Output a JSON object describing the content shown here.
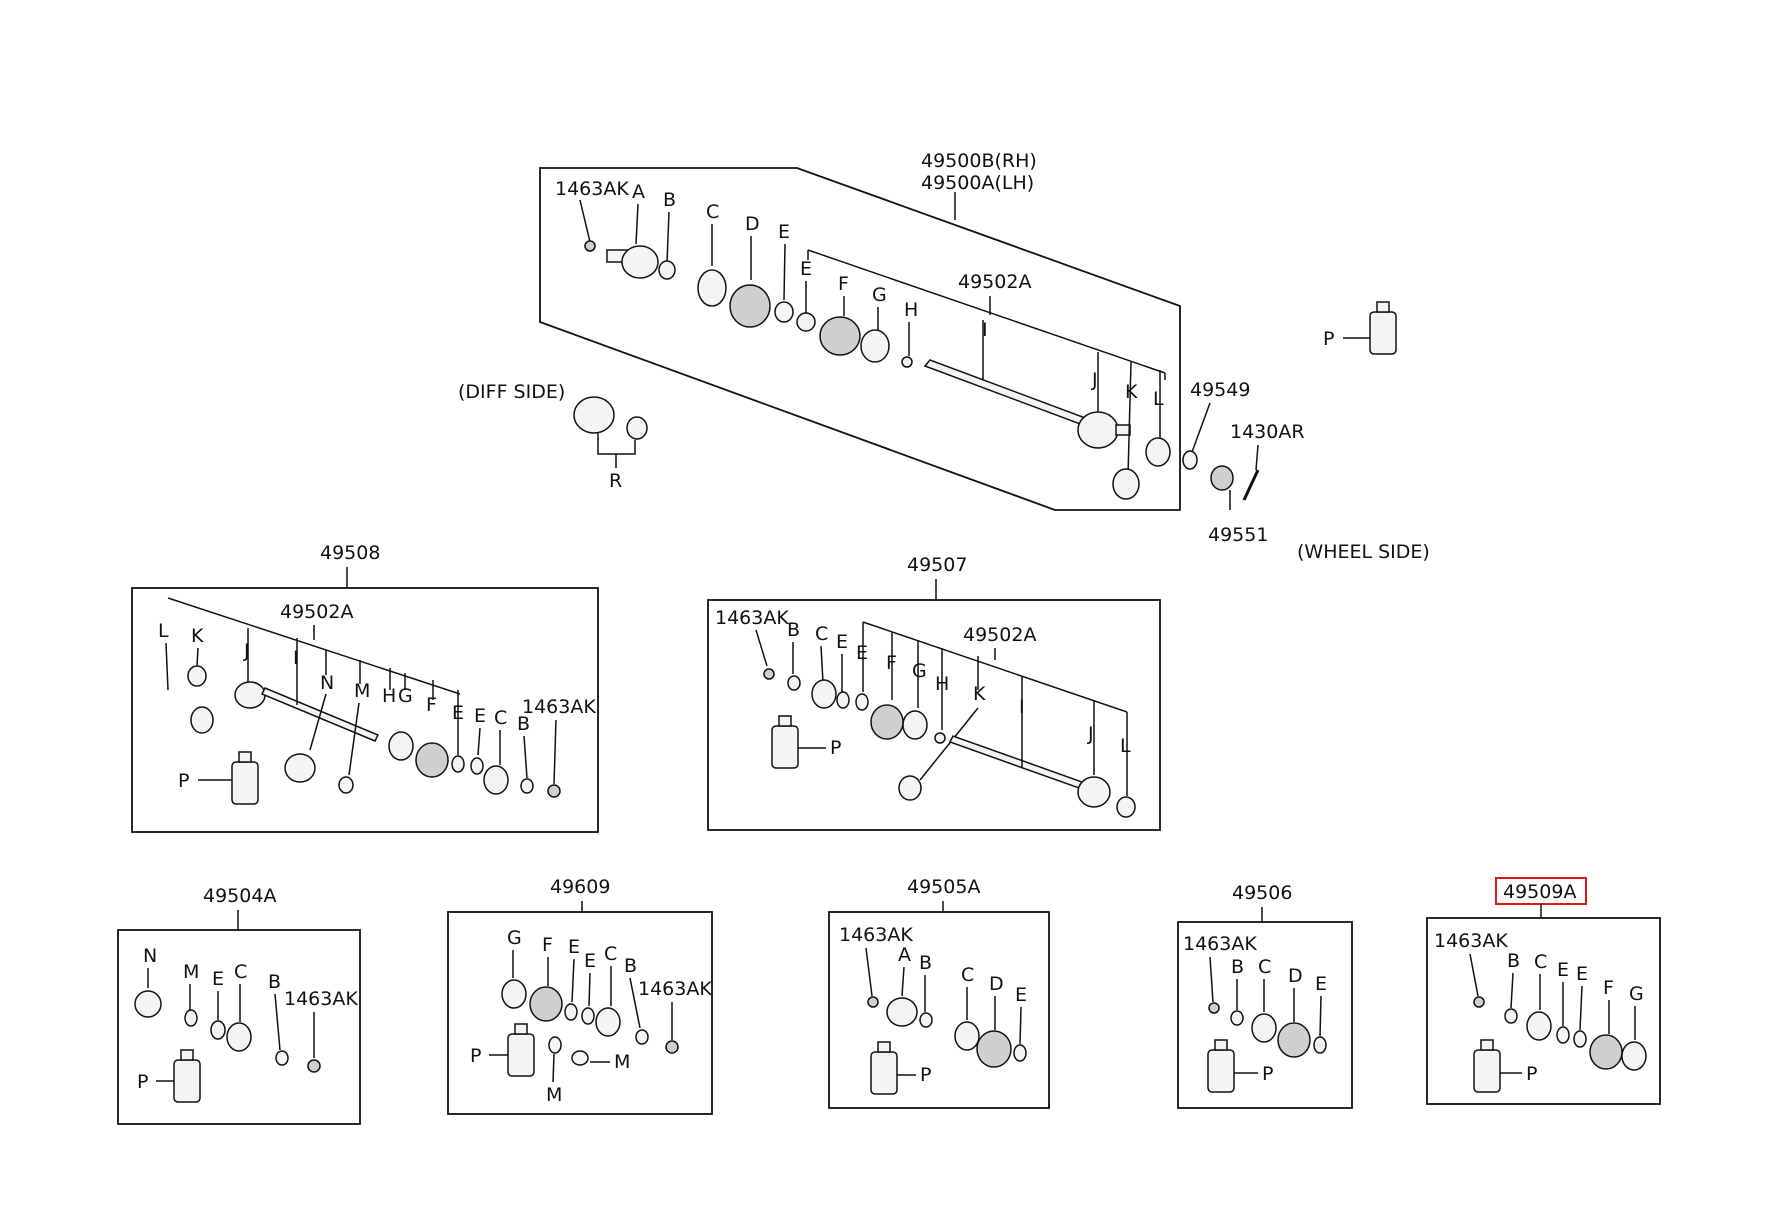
{
  "main_assembly": {
    "title_rh": "49500B(RH)",
    "title_lh": "49500A(LH)",
    "labels": {
      "nut": "1463AK",
      "a": "A",
      "b": "B",
      "c": "C",
      "d": "D",
      "e1": "E",
      "e2": "E",
      "f": "F",
      "g": "G",
      "h": "H",
      "shaft": "49502A",
      "i": "I",
      "j": "J",
      "k": "K",
      "l": "L"
    },
    "diff_side": "(DIFF SIDE)",
    "r": "R",
    "wheel_side": "(WHEEL SIDE)",
    "p": "P",
    "washer": "49549",
    "cotter_pin": "1430AR",
    "castle_nut": "49551"
  },
  "kit_49508": {
    "title": "49508",
    "shaft": "49502A",
    "labels": [
      "L",
      "K",
      "J",
      "I",
      "N",
      "M",
      "H",
      "G",
      "F",
      "E",
      "E",
      "C",
      "B",
      "1463AK",
      "P"
    ]
  },
  "kit_49507": {
    "title": "49507",
    "shaft": "49502A",
    "labels": [
      "1463AK",
      "B",
      "C",
      "E",
      "E",
      "F",
      "G",
      "H",
      "K",
      "I",
      "J",
      "L",
      "P"
    ]
  },
  "kit_49504A": {
    "title": "49504A",
    "labels": [
      "N",
      "M",
      "E",
      "C",
      "B",
      "1463AK",
      "P"
    ]
  },
  "kit_49609": {
    "title": "49609",
    "labels": [
      "G",
      "F",
      "E",
      "E",
      "C",
      "B",
      "1463AK",
      "P",
      "M",
      "M"
    ]
  },
  "kit_49505A": {
    "title": "49505A",
    "labels": [
      "1463AK",
      "A",
      "B",
      "C",
      "D",
      "E",
      "P"
    ]
  },
  "kit_49506": {
    "title": "49506",
    "labels": [
      "1463AK",
      "B",
      "C",
      "D",
      "E",
      "P"
    ]
  },
  "kit_49509A": {
    "title": "49509A",
    "labels": [
      "1463AK",
      "B",
      "C",
      "E",
      "E",
      "F",
      "G",
      "P"
    ]
  },
  "colors": {
    "ink": "#111111",
    "highlight": "#e01818"
  }
}
